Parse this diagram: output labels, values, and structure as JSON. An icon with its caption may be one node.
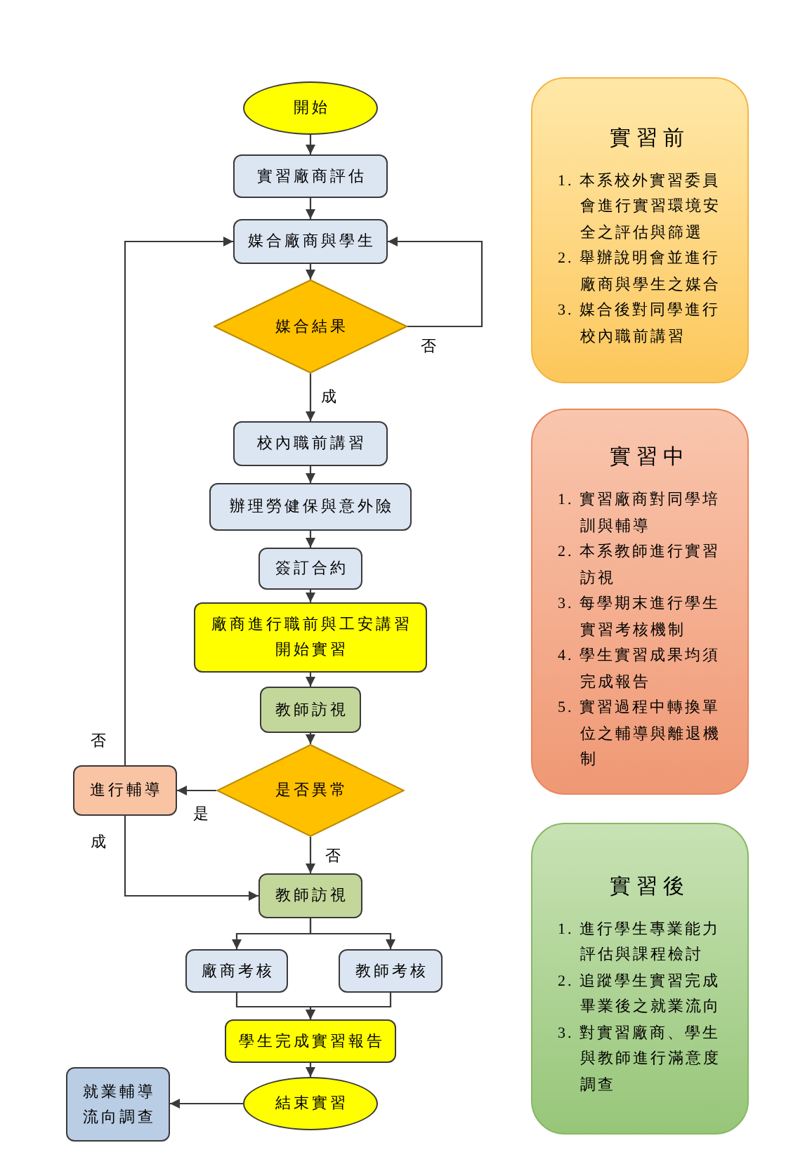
{
  "diagram": {
    "nodes": [
      {
        "text": [
          "開始"
        ]
      },
      {
        "text": [
          "實習廠商評估"
        ]
      },
      {
        "text": [
          "媒合廠商與學生"
        ]
      },
      {
        "text": [
          "媒合結果"
        ]
      },
      {
        "text": [
          "校內職前講習"
        ]
      },
      {
        "text": [
          "辦理勞健保與意外險"
        ]
      },
      {
        "text": [
          "簽訂合約"
        ]
      },
      {
        "text": [
          "廠商進行職前與工安講習",
          "開始實習"
        ]
      },
      {
        "text": [
          "教師訪視"
        ]
      },
      {
        "text": [
          "是否異常"
        ]
      },
      {
        "text": [
          "進行輔導"
        ]
      },
      {
        "text": [
          "教師訪視"
        ]
      },
      {
        "text": [
          "廠商考核"
        ]
      },
      {
        "text": [
          "教師考核"
        ]
      },
      {
        "text": [
          "學生完成實習報告"
        ]
      },
      {
        "text": [
          "結束實習"
        ]
      },
      {
        "text": [
          "就業輔導流向調查"
        ]
      },
      {
        "text": [
          "實習前",
          "1. 本系校外實習委員會進行實習環境安全之評估與篩選",
          "2. 舉辦說明會並進行廠商與學生之媒合",
          "3. 媒合後對同學進行校內職前講習"
        ]
      },
      {
        "text": [
          "實習中",
          "1. 實習廠商對同學培訓與輔導",
          "2. 本系教師進行實習訪視",
          "3. 每學期末進行學生實習考核機制",
          "4. 學生實習成果均須完成報告",
          "5. 實習過程中轉換單位之輔導與離退機制"
        ]
      },
      {
        "text": [
          "實習後",
          "1. 進行學生專業能力評估與課程檢討",
          "2. 追蹤學生實習完成畢業後之就業流向",
          "3. 對實習廠商、學生與教師進行滿意度調查"
        ]
      }
    ],
    "edges": [
      {
        "from": 0,
        "to": 1,
        "arrow": "to"
      },
      {
        "from": 1,
        "to": 2,
        "arrow": "to"
      },
      {
        "from": 2,
        "to": 3,
        "arrow": "to"
      },
      {
        "from": 3,
        "to": 2,
        "arrow": "to",
        "label": "否"
      },
      {
        "from": 3,
        "to": 4,
        "arrow": "to",
        "label": "成"
      },
      {
        "from": 4,
        "to": 5,
        "arrow": "to"
      },
      {
        "from": 5,
        "to": 6,
        "arrow": "to"
      },
      {
        "from": 6,
        "to": 7,
        "arrow": "to"
      },
      {
        "from": 7,
        "to": 8,
        "arrow": "to"
      },
      {
        "from": 8,
        "to": 9,
        "arrow": "to"
      },
      {
        "from": 9,
        "to": 10,
        "arrow": "to",
        "label": "是"
      },
      {
        "from": 9,
        "to": 11,
        "arrow": "to",
        "label": "否"
      },
      {
        "from": 10,
        "to": 2,
        "arrow": "to",
        "label": "否"
      },
      {
        "from": 10,
        "to": 11,
        "arrow": "to",
        "label": "成"
      },
      {
        "from": 11,
        "to": 12,
        "arrow": "to"
      },
      {
        "from": 11,
        "to": 13,
        "arrow": "to"
      },
      {
        "from": 12,
        "to": 14,
        "arrow": "to"
      },
      {
        "from": 13,
        "to": 14,
        "arrow": "to"
      },
      {
        "from": 14,
        "to": 15,
        "arrow": "to"
      },
      {
        "from": 15,
        "to": 16,
        "arrow": "to"
      }
    ]
  }
}
